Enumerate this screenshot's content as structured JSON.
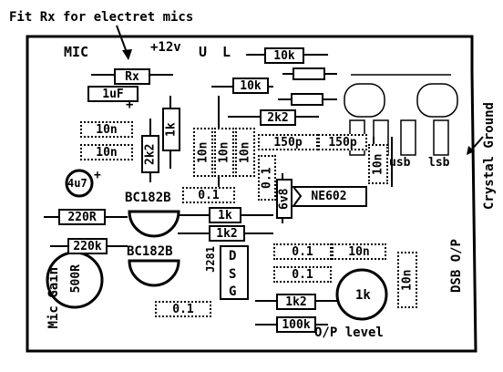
{
  "annotation": "Fit Rx for electret mics",
  "labels": {
    "mic": "MIC",
    "supply": "+12v",
    "u": "U",
    "l": "L",
    "plus_top": "+",
    "plus_cap": "+",
    "bc182b_1": "BC182B",
    "bc182b_2": "BC182B",
    "mic_gain": "Mic Gain",
    "j281": "J281",
    "d": "D",
    "s": "S",
    "g": "G",
    "usb": "usb",
    "lsb": "lsb",
    "crystal_ground": "Crystal Ground",
    "dsb_op": "DSB O/P",
    "op_level": "O/P level"
  },
  "components": {
    "r10k_1": "10k",
    "r10k_2": "10k",
    "rx": "Rx",
    "c1uf": "1uF",
    "r2k2_top": "2k2",
    "r1k_v": "1k",
    "c10n_1": "10n",
    "c10n_2": "10n",
    "r2k2_v": "2k2",
    "c10n_v1": "10n",
    "c10n_v2": "10n",
    "c10n_v3": "10n",
    "c150p_1": "150p",
    "c150p_2": "150p",
    "c10n_xtal": "10n",
    "c01_v": "0.1",
    "z6v8": "6v8",
    "ic": "NE602",
    "c4u7": "4u7",
    "c01_mid": "0.1",
    "r220r": "220R",
    "r1k_mid": "1k",
    "r1k2_mid": "1k2",
    "r220k": "220k",
    "pot500r": "500R",
    "c01_r1": "0.1",
    "c10n_r": "10n",
    "c01_r2": "0.1",
    "c10n_out": "10n",
    "c01_bot": "0.1",
    "r1k2_bot": "1k2",
    "pot1k": "1k",
    "r100k": "100k"
  }
}
